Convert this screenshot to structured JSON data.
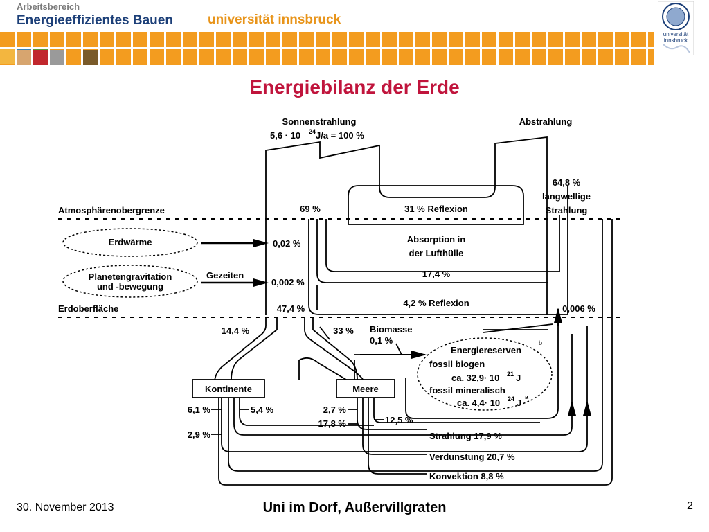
{
  "header": {
    "dept_small": "Arbeitsbereich",
    "dept_big": "Energieeffizientes Bauen",
    "university": "universität innsbruck",
    "seal_text": "universität innsbruck",
    "brand_color": "#f39c1f"
  },
  "title": "Energiebilanz der Erde",
  "diagram": {
    "sonnenstrahlung": "Sonnenstrahlung",
    "sonne_value_a": "5,6 · 10",
    "sonne_exp": "24",
    "sonne_value_b": "J/a = 100 %",
    "abstrahlung": "Abstrahlung",
    "langwellig_1": "64,8 %",
    "langwellig_2": "langwellige",
    "langwellig_3": "Strahlung",
    "atmos_grenze": "Atmosphärenobergrenze",
    "p69": "69 %",
    "reflexion31": "31 % Reflexion",
    "erdwaerme": "Erdwärme",
    "p002": "0,02 %",
    "absorption_1": "Absorption in",
    "absorption_2": "der Lufthülle",
    "p174": "17,4 %",
    "planeten_1": "Planetengravitation",
    "planeten_2": "und -bewegung",
    "gezeiten": "Gezeiten",
    "p0002": "0,002 %",
    "reflexion42": "4,2 % Reflexion",
    "erdoberflaeche": "Erdoberfläche",
    "p474": "47,4 %",
    "p0006": "0,006 %",
    "p144": "14,4 %",
    "p33": "33 %",
    "biomasse": "Biomasse",
    "p01": "0,1 %",
    "b_mark": "b",
    "energiereserven": "Energiereserven",
    "fossil_biogen": "fossil biogen",
    "biogen_value": "ca. 32,9· 10",
    "biogen_exp": "21",
    "biogen_unit": "J",
    "fossil_mineral": "fossil mineralisch",
    "mineral_value": "ca. 4,4· 10",
    "mineral_exp": "24",
    "mineral_unit": "J",
    "a_mark": "a",
    "kontinente": "Kontinente",
    "meere": "Meere",
    "p61": "6,1 %",
    "p54": "5,4 %",
    "p27": "2,7 %",
    "p178": "17,8 %",
    "p125": "12,5 %",
    "p29": "2,9 %",
    "strahlung": "Strahlung 17,9 %",
    "verdunstung": "Verdunstung 20,7 %",
    "konvektion": "Konvektion 8,8 %"
  },
  "footer": {
    "date": "30. November 2013",
    "event": "Uni im Dorf, Außervillgraten",
    "page": "2"
  }
}
